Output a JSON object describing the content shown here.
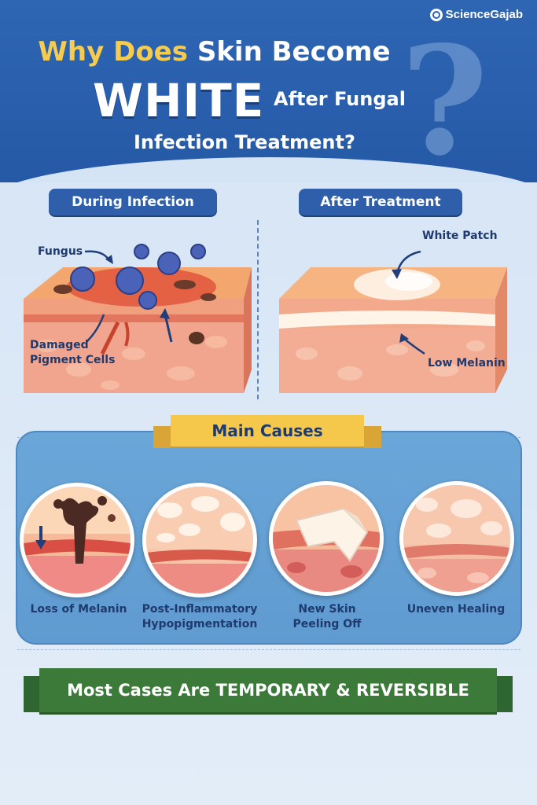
{
  "brand": {
    "name": "ScienceGajab",
    "icon": "brand-logo-icon"
  },
  "title": {
    "part1_highlight": "Why Does",
    "part1_rest": "Skin Become",
    "big_word": "WHITE",
    "part2": "After Fungal",
    "part3": "Infection Treatment?"
  },
  "sections": {
    "during": {
      "heading": "During Infection",
      "labels": {
        "fungus": "Fungus",
        "damaged": "Damaged\nPigment Cells"
      }
    },
    "after": {
      "heading": "After Treatment",
      "labels": {
        "white_patch": "White Patch",
        "low_melanin": "Low Melanin"
      }
    }
  },
  "causes": {
    "heading": "Main Causes",
    "items": [
      {
        "label": "Loss of Melanin",
        "icon": "melanin-loss-icon"
      },
      {
        "label": "Post-Inflammatory\nHypopigmentation",
        "icon": "hypopigmentation-icon"
      },
      {
        "label": "New Skin\nPeeling Off",
        "icon": "peeling-skin-icon"
      },
      {
        "label": "Uneven Healing",
        "icon": "uneven-healing-icon"
      }
    ]
  },
  "banner": {
    "text": "Most Cases Are TEMPORARY & REVERSIBLE"
  },
  "colors": {
    "header_blue": "#2e66b4",
    "accent_yellow": "#f6cc4e",
    "banner_green": "#3c7a3a",
    "pill_blue": "#2f5eaa"
  }
}
